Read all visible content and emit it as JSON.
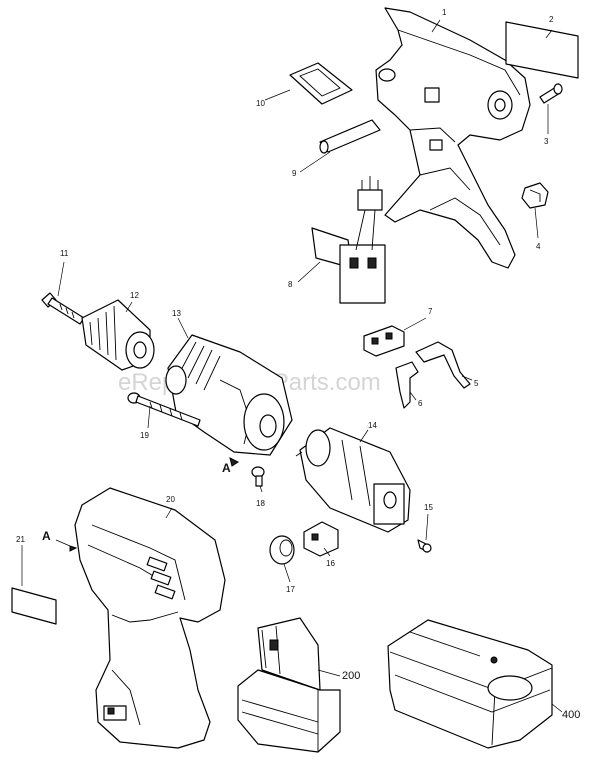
{
  "watermark": "eReplacementParts.com",
  "callouts": {
    "p1": "1",
    "p2": "2",
    "p3": "3",
    "p4": "4",
    "p5": "5",
    "p6": "6",
    "p7": "7",
    "p8": "8",
    "p9": "9",
    "p10": "10",
    "p11": "11",
    "p12": "12",
    "p13": "13",
    "p14": "14",
    "p15": "15",
    "p16": "16",
    "p17": "17",
    "p18": "18",
    "p19": "19",
    "p20": "20",
    "p21": "21",
    "p200": "200",
    "p400": "400"
  },
  "view_marks": {
    "a1": "A",
    "a2": "A"
  }
}
